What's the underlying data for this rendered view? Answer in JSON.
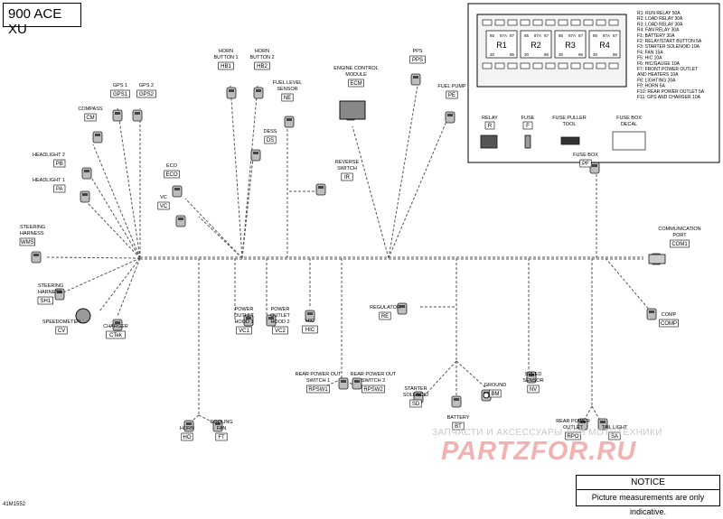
{
  "title": "900 ACE XU",
  "figure_id": "41M1552",
  "notice": {
    "heading": "NOTICE",
    "text": "Picture measurements are only indicative."
  },
  "watermark": {
    "line1": "ЗАПЧАСТИ И АКСЕССУАРЫ ДЛЯ МОТОТЕХНИКИ",
    "line2": "PARTZFOR.RU"
  },
  "fuse_box": {
    "relays": [
      "R1",
      "R2",
      "R3",
      "R4"
    ],
    "pins_top": [
      "85",
      "87A",
      "87"
    ],
    "pins_bottom": [
      "30",
      "86"
    ],
    "legend": [
      "R1: RUN RELAY 50A",
      "R2: LOAD RELAY 30A",
      "R3: LOAD RELAY 30A",
      "R4: FAN RELAY 30A",
      "F1: BATTERY 30A",
      "F2: RELAY/START BUTTON 5A",
      "F3: STARTER SOLENOID 10A",
      "F4: FAN 15A",
      "F5: HIC 10A",
      "F6: HIC/GAUGE 10A",
      "F7: FRONT POWER OUTLET",
      "AND HEATERS 10A",
      "F8: LIGHTING 20A",
      "F9: HORN 5A",
      "F10: REAR POWER OUTLET 5A",
      "F11: GPS AND CHARGER 10A"
    ],
    "parts": [
      {
        "name": "RELAY",
        "code": "R"
      },
      {
        "name": "FUSE",
        "code": "F"
      },
      {
        "name": "FUSE PULLER\nTOOL",
        "code": ""
      },
      {
        "name": "FUSE BOX\nDECAL",
        "code": ""
      }
    ]
  },
  "connectors": [
    {
      "label": "GPS 1",
      "code": "GPS1"
    },
    {
      "label": "GPS 2",
      "code": "GPS2"
    },
    {
      "label": "COMPASS",
      "code": "CM"
    },
    {
      "label": "HEADLIGHT 2",
      "code": "PB"
    },
    {
      "label": "HEADLIGHT 1",
      "code": "PA"
    },
    {
      "label": "HORN\nBUTTON 1",
      "code": "HB1"
    },
    {
      "label": "HORN\nBUTTON 2",
      "code": "HB2"
    },
    {
      "label": "FUEL LEVEL\nSENSOR",
      "code": "NE"
    },
    {
      "label": "DESS",
      "code": "DS"
    },
    {
      "label": "ECO",
      "code": "ECO"
    },
    {
      "label": "VC",
      "code": "VC"
    },
    {
      "label": "ENGINE CONTROL\nMODULE",
      "code": "ECM"
    },
    {
      "label": "PPS",
      "code": "PPS"
    },
    {
      "label": "FUEL PUMP",
      "code": "PE"
    },
    {
      "label": "REVERSE\nSWITCH",
      "code": "IR"
    },
    {
      "label": "STEERING\nHARNESS",
      "code": "WMS"
    },
    {
      "label": "STEERING\nHARNESS",
      "code": "SH1"
    },
    {
      "label": "SPEEDOMETER",
      "code": "CV"
    },
    {
      "label": "CHARGER",
      "code": "CTek"
    },
    {
      "label": "POWER\nOUTLET\nHOOD 1",
      "code": "VC1"
    },
    {
      "label": "POWER\nOUTLET\nHOOD 2",
      "code": "VC2"
    },
    {
      "label": "HIC",
      "code": "HIC"
    },
    {
      "label": "REGULATOR",
      "code": "RE"
    },
    {
      "label": "REAR POWER OUT\nSWITCH 1",
      "code": "RPSW1"
    },
    {
      "label": "REAR POWER OUT\nSWITCH 2",
      "code": "RPSW2"
    },
    {
      "label": "STARTER\nSOLENOID",
      "code": "SD"
    },
    {
      "label": "BATTERY",
      "code": "BT"
    },
    {
      "label": "GROUND",
      "code": "BM"
    },
    {
      "label": "SPEED\nSENSOR",
      "code": "NV"
    },
    {
      "label": "FUSE BOX",
      "code": "PF"
    },
    {
      "label": "COMMUNICATION\nPORT",
      "code": "COM1"
    },
    {
      "label": "COMP",
      "code": "COMP"
    },
    {
      "label": "HORN",
      "code": "HO"
    },
    {
      "label": "COOLING\nFAN",
      "code": "FT"
    },
    {
      "label": "REAR POWER\nOUTLET",
      "code": "RPO"
    },
    {
      "label": "TAIL LIGHT",
      "code": "SA"
    }
  ]
}
